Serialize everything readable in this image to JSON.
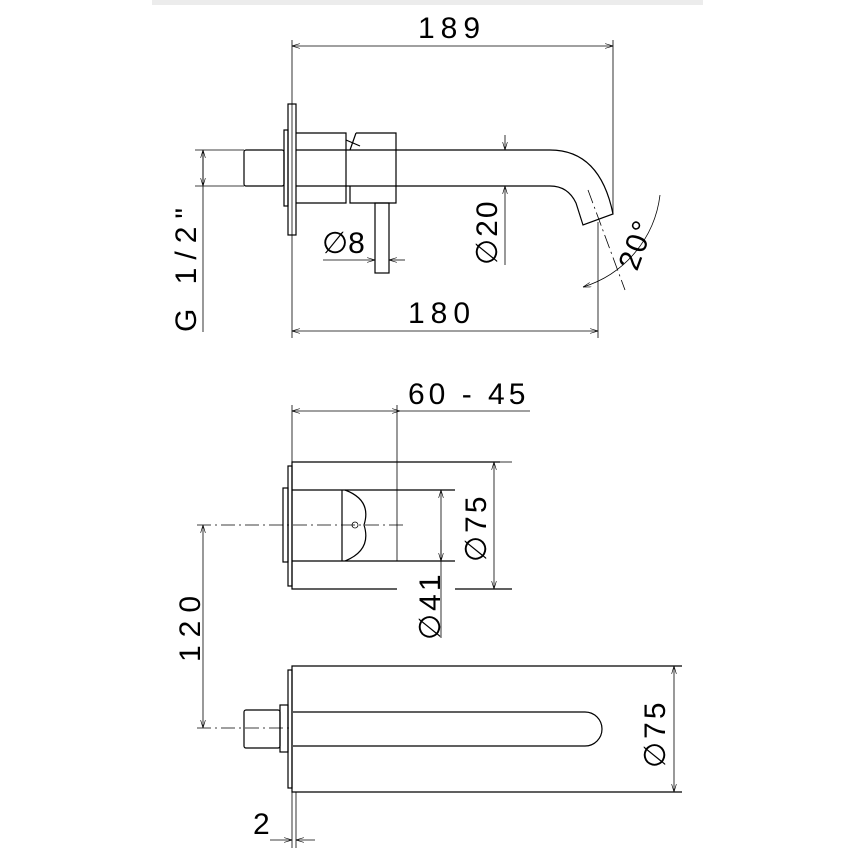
{
  "drawing": {
    "title": "Wall-mounted basin mixer dimensional drawing",
    "dimensions": {
      "overall_length": "189",
      "projection": "180",
      "spout_diameter": "∅20",
      "lever_diameter": "∅8",
      "spout_angle": "20°",
      "thread": "G 1/2\"",
      "wall_depth": "60 - 45",
      "plate_diameter_handle": "∅75",
      "handle_diameter": "∅41",
      "centres": "120",
      "plate_diameter_spout": "∅75",
      "plate_gap": "2"
    }
  }
}
